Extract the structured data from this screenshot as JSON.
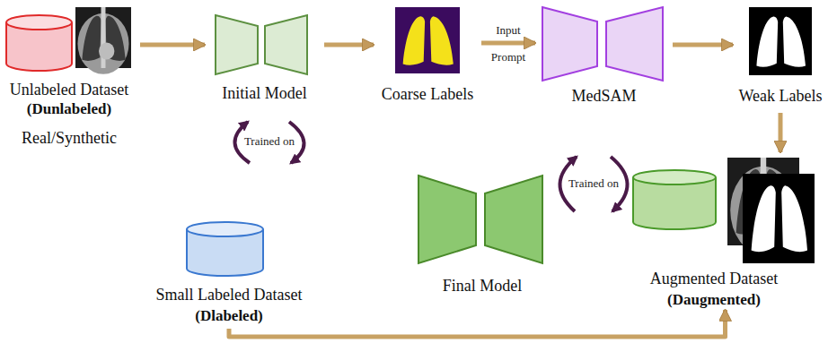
{
  "diagram": {
    "nodes": [
      {
        "text": [
          "Unlabeled Dataset",
          "(Dunlabeled)",
          "Real/Synthetic"
        ]
      },
      {
        "text": [
          "Initial Model"
        ]
      },
      {
        "text": [
          "Coarse Labels"
        ]
      },
      {
        "text": [
          "MedSAM"
        ]
      },
      {
        "text": [
          "Weak Labels"
        ]
      },
      {
        "text": [
          "Small Labeled Dataset",
          "(Dlabeled)"
        ]
      },
      {
        "text": [
          "Final Model"
        ]
      },
      {
        "text": [
          "Augmented Dataset",
          "(Daugmented)"
        ]
      }
    ],
    "edges": [
      {
        "from": 0,
        "to": 1,
        "arrow": "to"
      },
      {
        "from": 1,
        "to": 2,
        "arrow": "to"
      },
      {
        "from": 2,
        "to": 3,
        "label": "Input",
        "arrow": "to"
      },
      {
        "from": 3,
        "to": 4,
        "arrow": "to"
      },
      {
        "from": 4,
        "to": 7,
        "arrow": "to"
      },
      {
        "from": 5,
        "to": 7,
        "arrow": "to"
      }
    ],
    "labels": [
      "Prompt",
      "Trained on",
      "Trained on"
    ]
  }
}
